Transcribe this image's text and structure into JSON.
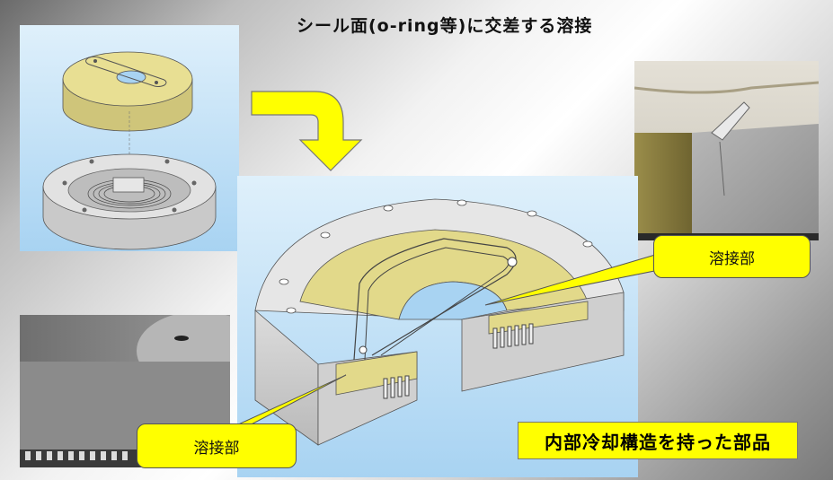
{
  "slide": {
    "title": "シール面(o-ring等)に交差する溶接"
  },
  "callouts": {
    "weld_right": "溶接部",
    "weld_left": "溶接部"
  },
  "caption": "内部冷却構造を持った部品",
  "colors": {
    "callout_fill": "#ffff00",
    "arrow_fill": "#ffff00",
    "cad_part_yellow": "#e2d98a",
    "cad_part_gray": "#d4d4d4"
  }
}
